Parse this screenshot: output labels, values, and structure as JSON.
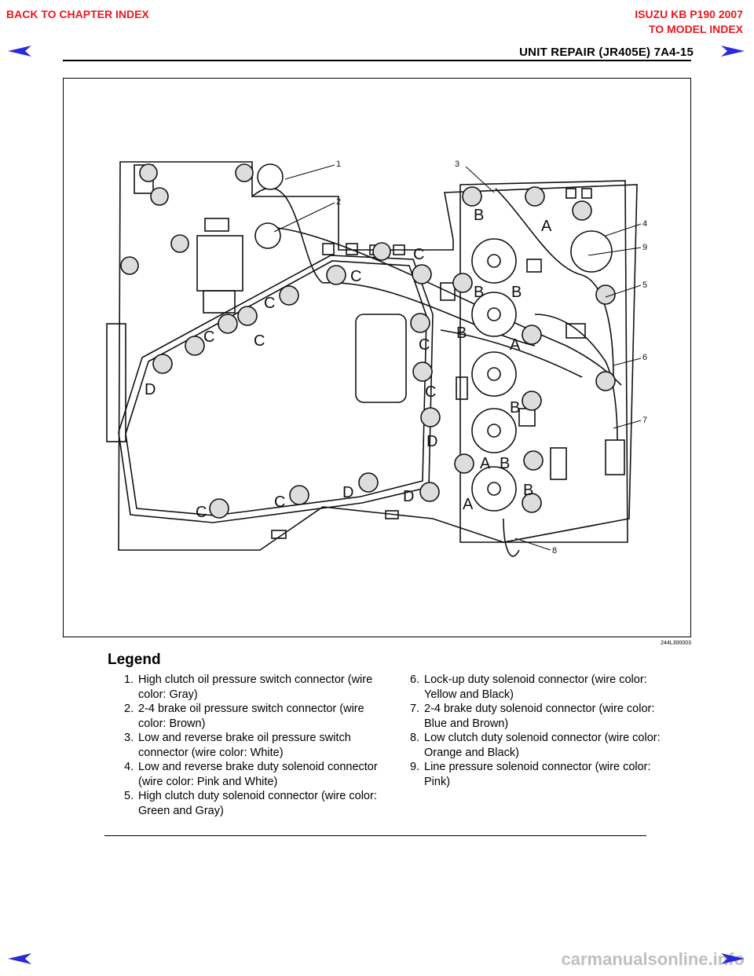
{
  "nav": {
    "back_chapter": "BACK TO CHAPTER INDEX",
    "model_title": "ISUZU KB P190 2007",
    "model_index": "TO MODEL INDEX"
  },
  "colors": {
    "nav_red": "#e8191f",
    "arrow_blue": "#2a2ad8",
    "watermark": "#bfbfbf"
  },
  "icons": {
    "prev_page": "left-arrow-icon",
    "next_page": "right-arrow-icon"
  },
  "header": {
    "title": "UNIT REPAIR (JR405E)  7A4-15"
  },
  "figure": {
    "id": "244L300003",
    "callouts": [
      "1",
      "2",
      "3",
      "4",
      "5",
      "6",
      "7",
      "8",
      "9"
    ],
    "bolt_letters": [
      "A",
      "B",
      "C",
      "D"
    ]
  },
  "legend": {
    "title": "Legend",
    "items": [
      {
        "num": "1.",
        "text": "High clutch oil pressure switch connector (wire color: Gray)"
      },
      {
        "num": "2.",
        "text": "2-4 brake oil pressure switch connector (wire color: Brown)"
      },
      {
        "num": "3.",
        "text": "Low and reverse brake oil pressure switch connector (wire color: White)"
      },
      {
        "num": "4.",
        "text": "Low and reverse brake duty solenoid connector (wire color: Pink and White)"
      },
      {
        "num": "5.",
        "text": "High clutch duty solenoid connector (wire color: Green and Gray)"
      },
      {
        "num": "6.",
        "text": "Lock-up duty solenoid connector (wire color: Yellow and Black)"
      },
      {
        "num": "7.",
        "text": "2-4 brake duty solenoid connector (wire color: Blue and Brown)"
      },
      {
        "num": "8.",
        "text": "Low clutch duty solenoid connector (wire color: Orange and Black)"
      },
      {
        "num": "9.",
        "text": "Line pressure solenoid connector (wire color: Pink)"
      }
    ]
  },
  "watermark": "carmanualsonline.info"
}
